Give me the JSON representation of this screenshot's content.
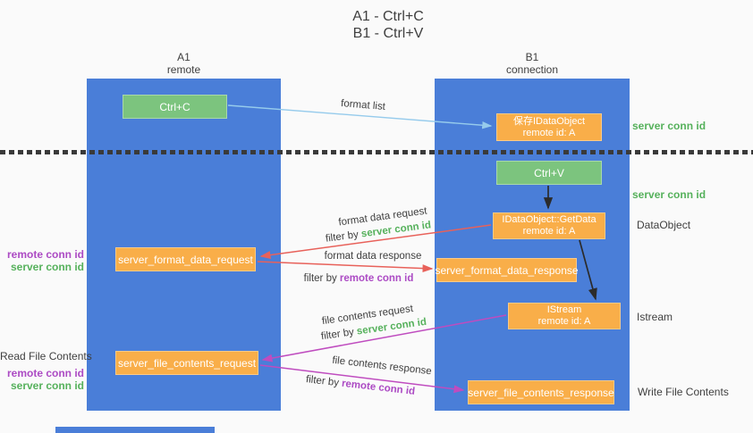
{
  "colors": {
    "background": "#fafafa",
    "column": "#4a7ed8",
    "green_box": "#7cc47e",
    "orange_box": "#f9ae49",
    "green_text": "#56b15c",
    "purple_text": "#ac4bc4",
    "red_arrow": "#e8615a",
    "magenta_arrow": "#bf4cbf",
    "lightblue_arrow": "#96cbec",
    "dark_text": "#3f3f3f",
    "black_arrow": "#2b2b2b",
    "box_text": "#ffffff"
  },
  "title": {
    "line1": "A1 - Ctrl+C",
    "line2": "B1 - Ctrl+V"
  },
  "columns": {
    "a": {
      "name": "A1",
      "subtitle": "remote"
    },
    "b": {
      "name": "B1",
      "subtitle": "connection"
    }
  },
  "nodes": {
    "ctrl_c": {
      "label": "Ctrl+C"
    },
    "save_idataobject": {
      "line1": "保存IDataObject",
      "line2": "remote id: A"
    },
    "ctrl_v": {
      "label": "Ctrl+V"
    },
    "getdata": {
      "line1": "IDataObject::GetData",
      "line2": "remote id: A"
    },
    "format_request": {
      "label": "server_format_data_request"
    },
    "format_response": {
      "label": "server_format_data_response"
    },
    "istream": {
      "line1": "IStream",
      "line2": "remote id: A"
    },
    "file_request": {
      "label": "server_file_contents_request"
    },
    "file_response": {
      "label": "server_file_contents_response"
    }
  },
  "arrow_labels": {
    "format_list": "format list",
    "format_data_request": "format data request",
    "format_data_response": "format data response",
    "file_contents_request": "file contents request",
    "file_contents_response": "file contents response",
    "filter_prefix": "filter by ",
    "server_conn_id": "server conn id",
    "remote_conn_id": "remote conn id"
  },
  "side_labels": {
    "server_conn_id_1": "server conn id",
    "server_conn_id_2": "server conn id",
    "dataobject": "DataObject",
    "istream": "Istream",
    "write_file_contents": "Write File Contents",
    "read_file_contents": "Read File Contents",
    "remote_conn_id_1": "remote conn id",
    "server_conn_id_left_1": "server conn id",
    "remote_conn_id_2": "remote conn id",
    "server_conn_id_left_2": "server conn id"
  }
}
